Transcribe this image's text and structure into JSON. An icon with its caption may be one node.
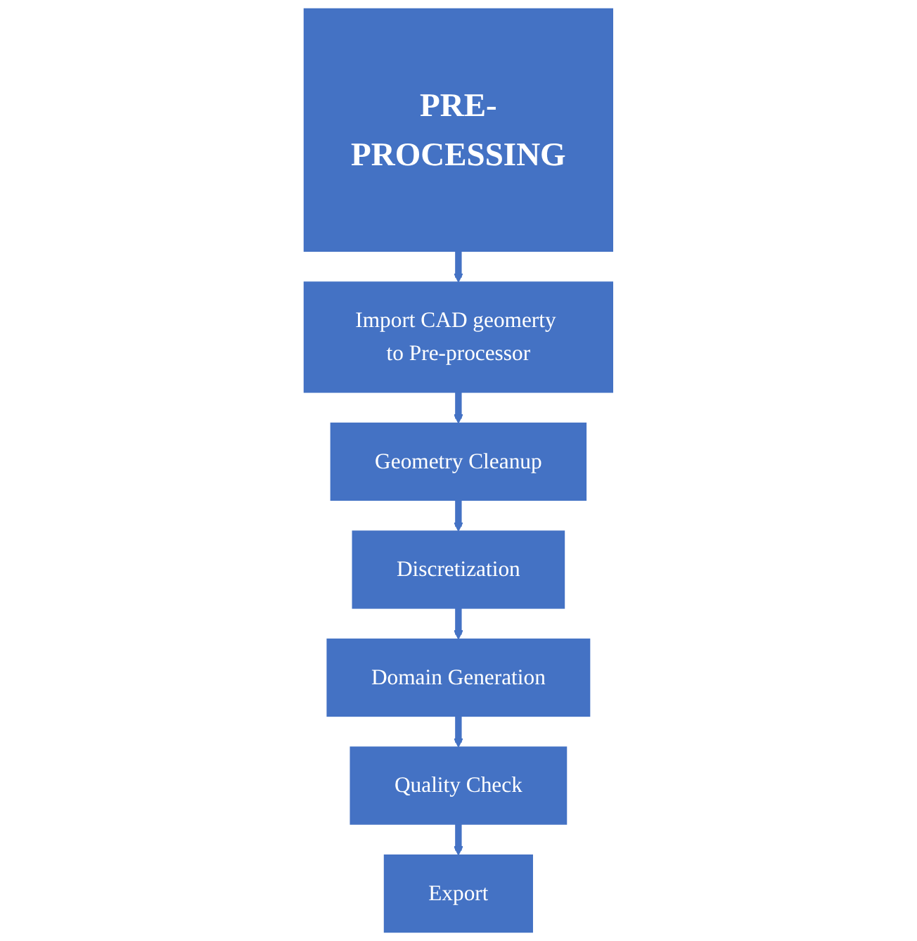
{
  "diagram": {
    "nodes": [
      {
        "text": [
          "PRE-PROCESSING"
        ]
      },
      {
        "text": [
          "Import CAD geomerty to Pre-processor"
        ]
      },
      {
        "text": [
          "Geometry Cleanup"
        ]
      },
      {
        "text": [
          "Discretization"
        ]
      },
      {
        "text": [
          "Domain Generation"
        ]
      },
      {
        "text": [
          "Quality Check"
        ]
      },
      {
        "text": [
          "Export"
        ]
      }
    ],
    "edges": [
      {
        "from": 0,
        "to": 1,
        "arrow": "to"
      },
      {
        "from": 1,
        "to": 2,
        "arrow": "to"
      },
      {
        "from": 2,
        "to": 3,
        "arrow": "to"
      },
      {
        "from": 3,
        "to": 4,
        "arrow": "to"
      },
      {
        "from": 4,
        "to": 5,
        "arrow": "to"
      },
      {
        "from": 5,
        "to": 6,
        "arrow": "to"
      }
    ]
  }
}
